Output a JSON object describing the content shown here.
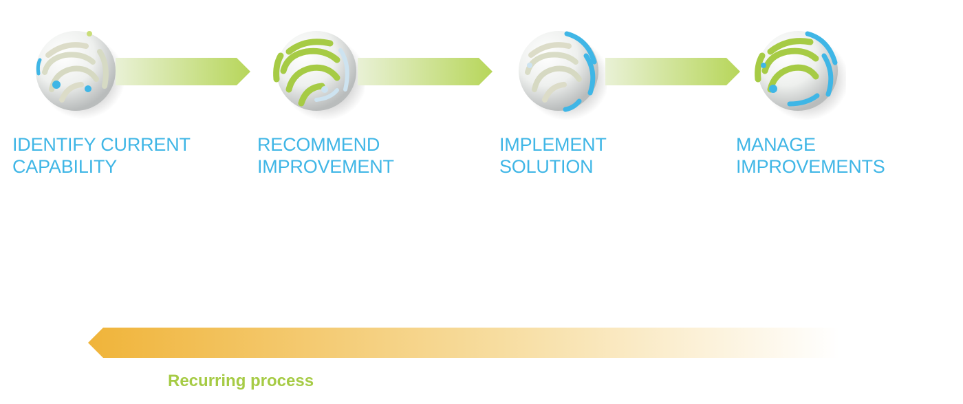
{
  "steps": [
    {
      "line1": "IDENTIFY CURRENT",
      "line2": "CAPABILITY",
      "style": "faded"
    },
    {
      "line1": "RECOMMEND",
      "line2": "IMPROVEMENT",
      "style": "green"
    },
    {
      "line1": "IMPLEMENT",
      "line2": "SOLUTION",
      "style": "blue"
    },
    {
      "line1": "MANAGE",
      "line2": "IMPROVEMENTS",
      "style": "full"
    }
  ],
  "recurring": {
    "label": "Recurring process"
  },
  "colors": {
    "step_text": "#3fb6e6",
    "green": "#a6cb45",
    "blue": "#3fb6e6",
    "recurring_text": "#a6cb45",
    "recurring_arrow_start": "#f0b43a",
    "recurring_arrow_end": "#ffffff"
  }
}
